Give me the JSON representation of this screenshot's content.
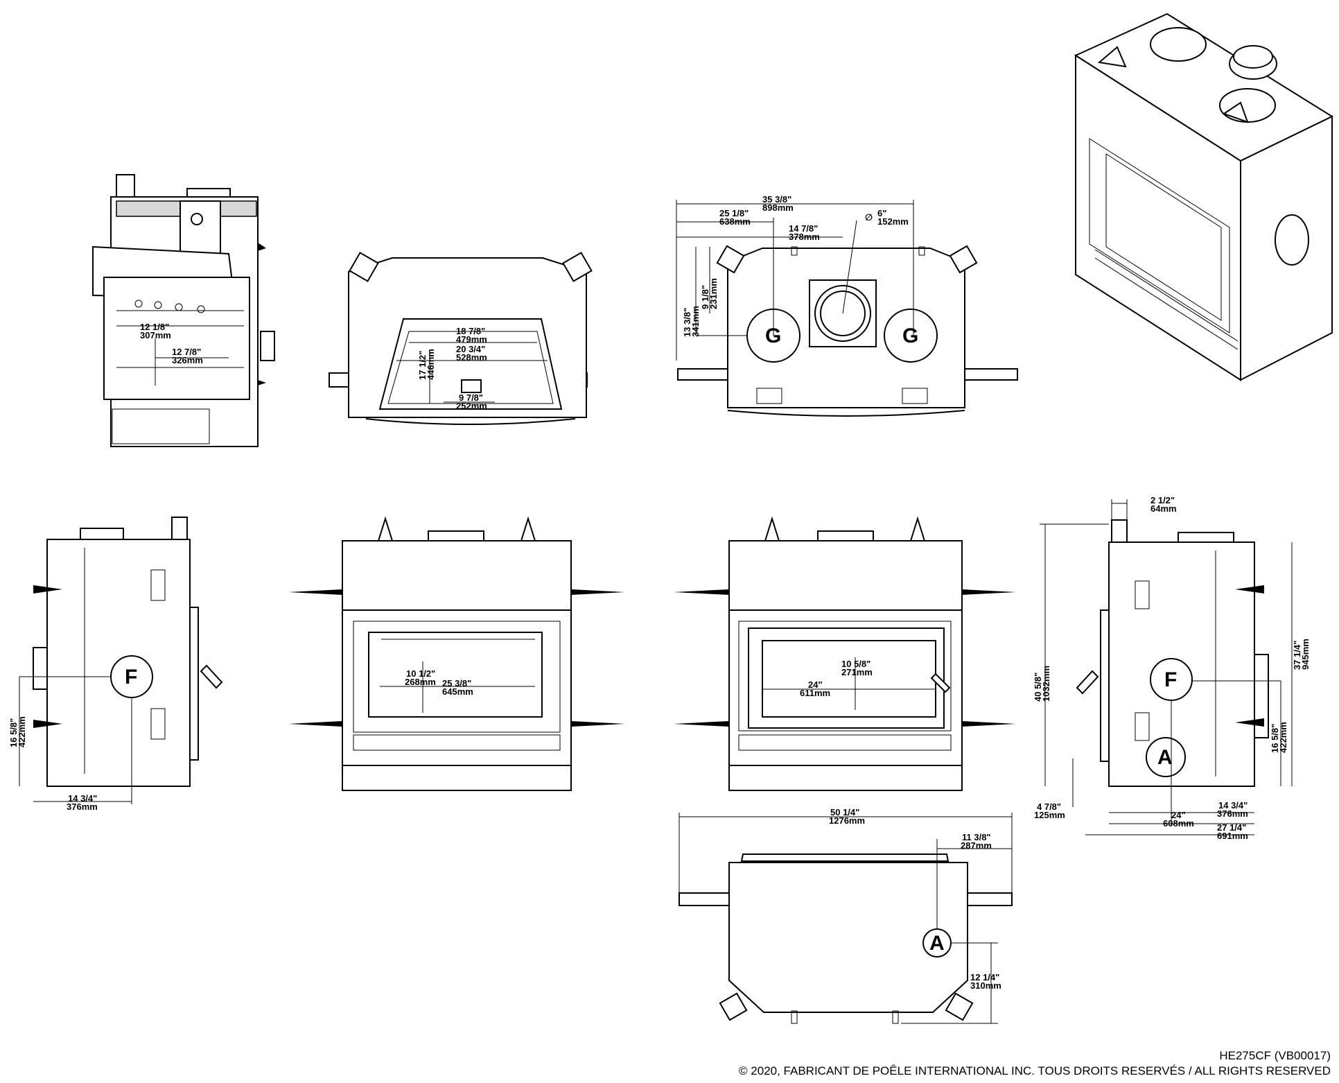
{
  "views": {
    "side_section": {
      "d1": "12 1/8\"",
      "d1mm": "307mm",
      "d2": "12 7/8\"",
      "d2mm": "326mm"
    },
    "top_section": {
      "d1": "18 7/8\"",
      "d1mm": "479mm",
      "d2": "20 3/4\"",
      "d2mm": "528mm",
      "d3": "17 1/2\"",
      "d3mm": "446mm",
      "d4": "9 7/8\"",
      "d4mm": "252mm"
    },
    "top_view": {
      "d1": "35 3/8\"",
      "d1mm": "898mm",
      "d2": "25 1/8\"",
      "d2mm": "638mm",
      "d3": "14 7/8\"",
      "d3mm": "378mm",
      "d4": "6\"",
      "d4mm": "152mm",
      "dia": "∅",
      "d5": "9 1/8\"",
      "d5mm": "231mm",
      "d6": "13 3/8\"",
      "d6mm": "341mm",
      "g_label": "G"
    },
    "left_side": {
      "f_label": "F",
      "d1": "16 5/8\"",
      "d1mm": "422mm",
      "d2": "14 3/4\"",
      "d2mm": "376mm"
    },
    "front_closed": {
      "d1": "10 1/2\"",
      "d1mm": "268mm",
      "d2": "25 3/8\"",
      "d2mm": "645mm"
    },
    "front_open": {
      "d1": "10 5/8\"",
      "d1mm": "271mm",
      "d2": "24\"",
      "d2mm": "611mm"
    },
    "right_side": {
      "d1": "2 1/2\"",
      "d1mm": "64mm",
      "d2": "40 5/8\"",
      "d2mm": "1032mm",
      "d3": "37 1/4\"",
      "d3mm": "945mm",
      "d4": "16 5/8\"",
      "d4mm": "422mm",
      "d5": "4 7/8\"",
      "d5mm": "125mm",
      "d6": "14 3/4\"",
      "d6mm": "376mm",
      "d7": "24\"",
      "d7mm": "608mm",
      "d8": "27 1/4\"",
      "d8mm": "691mm",
      "f_label": "F",
      "a_label": "A"
    },
    "bottom_view": {
      "d1": "50 1/4\"",
      "d1mm": "1276mm",
      "d2": "11 3/8\"",
      "d2mm": "287mm",
      "d3": "12 1/4\"",
      "d3mm": "310mm",
      "a_label": "A"
    }
  },
  "footer": {
    "model": "HE275CF (VB00017)",
    "copyright": "© 2020, FABRICANT DE POÊLE INTERNATIONAL INC. TOUS DROITS RESERVÉS / ALL RIGHTS RESERVED"
  }
}
